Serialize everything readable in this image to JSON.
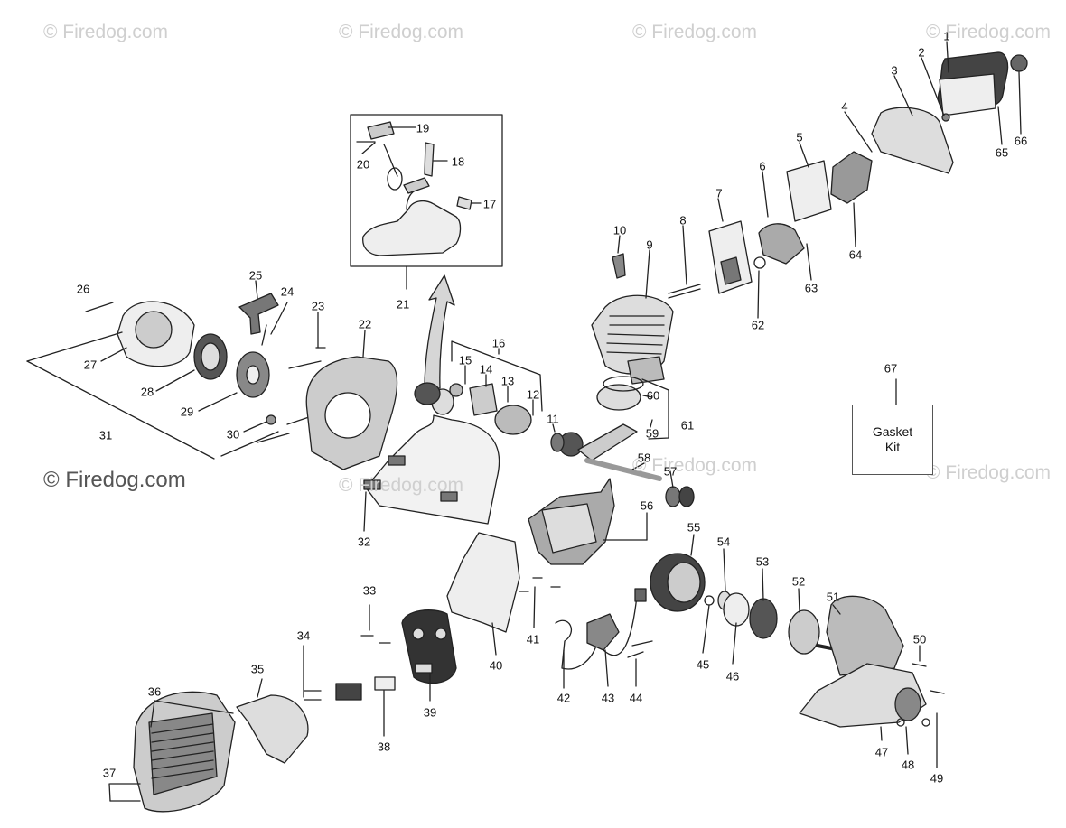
{
  "watermark": {
    "text": "© Firedog.com"
  },
  "callouts": [
    "1",
    "2",
    "3",
    "4",
    "5",
    "6",
    "7",
    "8",
    "9",
    "10",
    "11",
    "12",
    "13",
    "14",
    "15",
    "16",
    "17",
    "18",
    "19",
    "20",
    "21",
    "22",
    "23",
    "24",
    "25",
    "26",
    "27",
    "28",
    "29",
    "30",
    "31",
    "32",
    "33",
    "34",
    "35",
    "36",
    "37",
    "38",
    "39",
    "40",
    "41",
    "42",
    "43",
    "44",
    "45",
    "46",
    "47",
    "48",
    "49",
    "50",
    "51",
    "52",
    "53",
    "54",
    "55",
    "56",
    "57",
    "58",
    "59",
    "60",
    "61",
    "62",
    "63",
    "64",
    "65",
    "66",
    "67"
  ],
  "gasket_kit": {
    "line1": "Gasket",
    "line2": "Kit"
  }
}
